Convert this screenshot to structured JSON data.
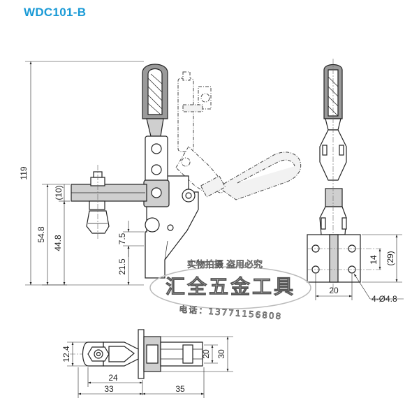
{
  "title": "WDC101-B",
  "colors": {
    "title": "#1a9ad6",
    "line": "#222222"
  },
  "dimensions": {
    "overall_height": "119",
    "bracket_offset": "(10)",
    "height_54_8": "54.8",
    "height_44_8": "44.8",
    "height_7_5": "7.5",
    "height_21_5": "21.5",
    "side_14": "14",
    "side_29": "(29)",
    "side_20": "20",
    "holes": "4-Ø4.8",
    "bottom_12_4": "12.4",
    "bottom_24": "24",
    "bottom_33": "33",
    "bottom_35": "35",
    "bottom_20": "20",
    "bottom_30": "30"
  },
  "watermark": {
    "line1": "实物拍摄 盗用必究",
    "line2": "汇全五金工具",
    "line3": "电话：13771156808"
  }
}
